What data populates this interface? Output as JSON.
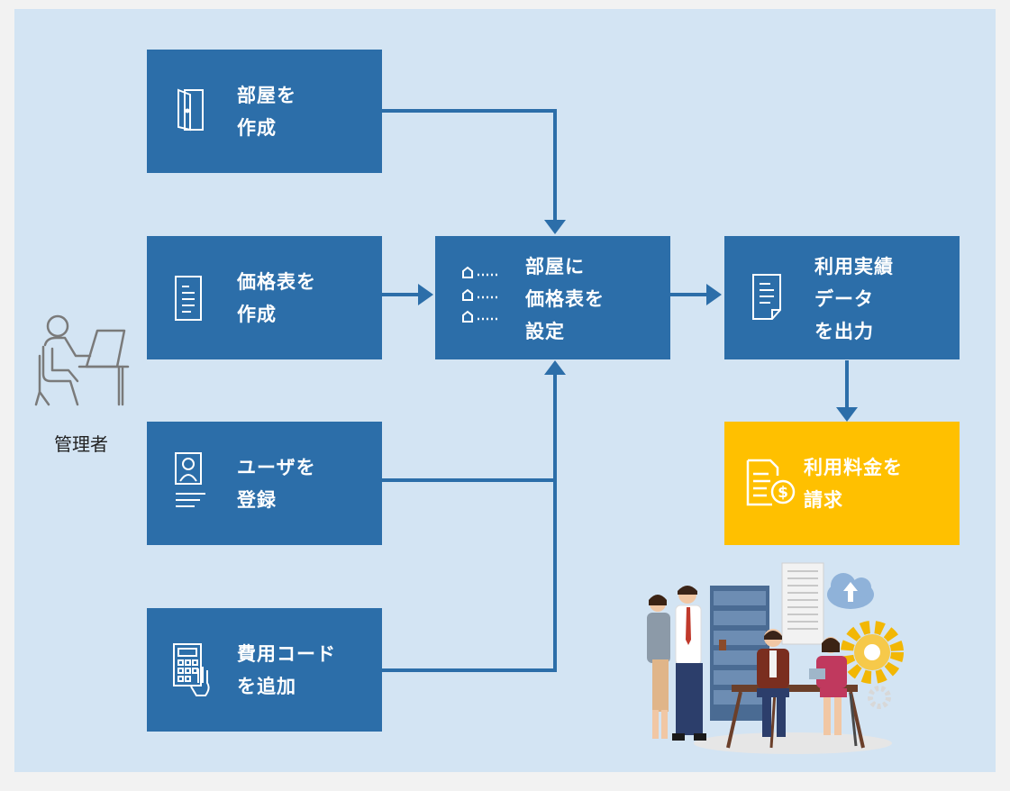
{
  "steps": {
    "create_room": "部屋を\n作成",
    "create_price_table": "価格表を\n作成",
    "register_user": "ユーザを\n登録",
    "add_cost_code": "費用コード\nを追加",
    "set_price_table": "部屋に\n価格表を\n設定",
    "output_usage": "利用実績\nデータ\nを出力",
    "bill_usage": "利用料金を\n請求"
  },
  "actor": {
    "label": "管理者"
  },
  "icons": {
    "create_room": "door-icon",
    "create_price_table": "document-icon",
    "register_user": "user-id-card-icon",
    "add_cost_code": "calculator-icon",
    "set_price_table": "room-list-icon",
    "output_usage": "report-icon",
    "bill_usage": "invoice-icon",
    "actor": "admin-at-desk-icon"
  },
  "colors": {
    "background": "#f2f2f2",
    "panel": "#d3e4f3",
    "box": "#2c6ea9",
    "highlight_box": "#ffc000",
    "arrow": "#2c6ea9"
  }
}
